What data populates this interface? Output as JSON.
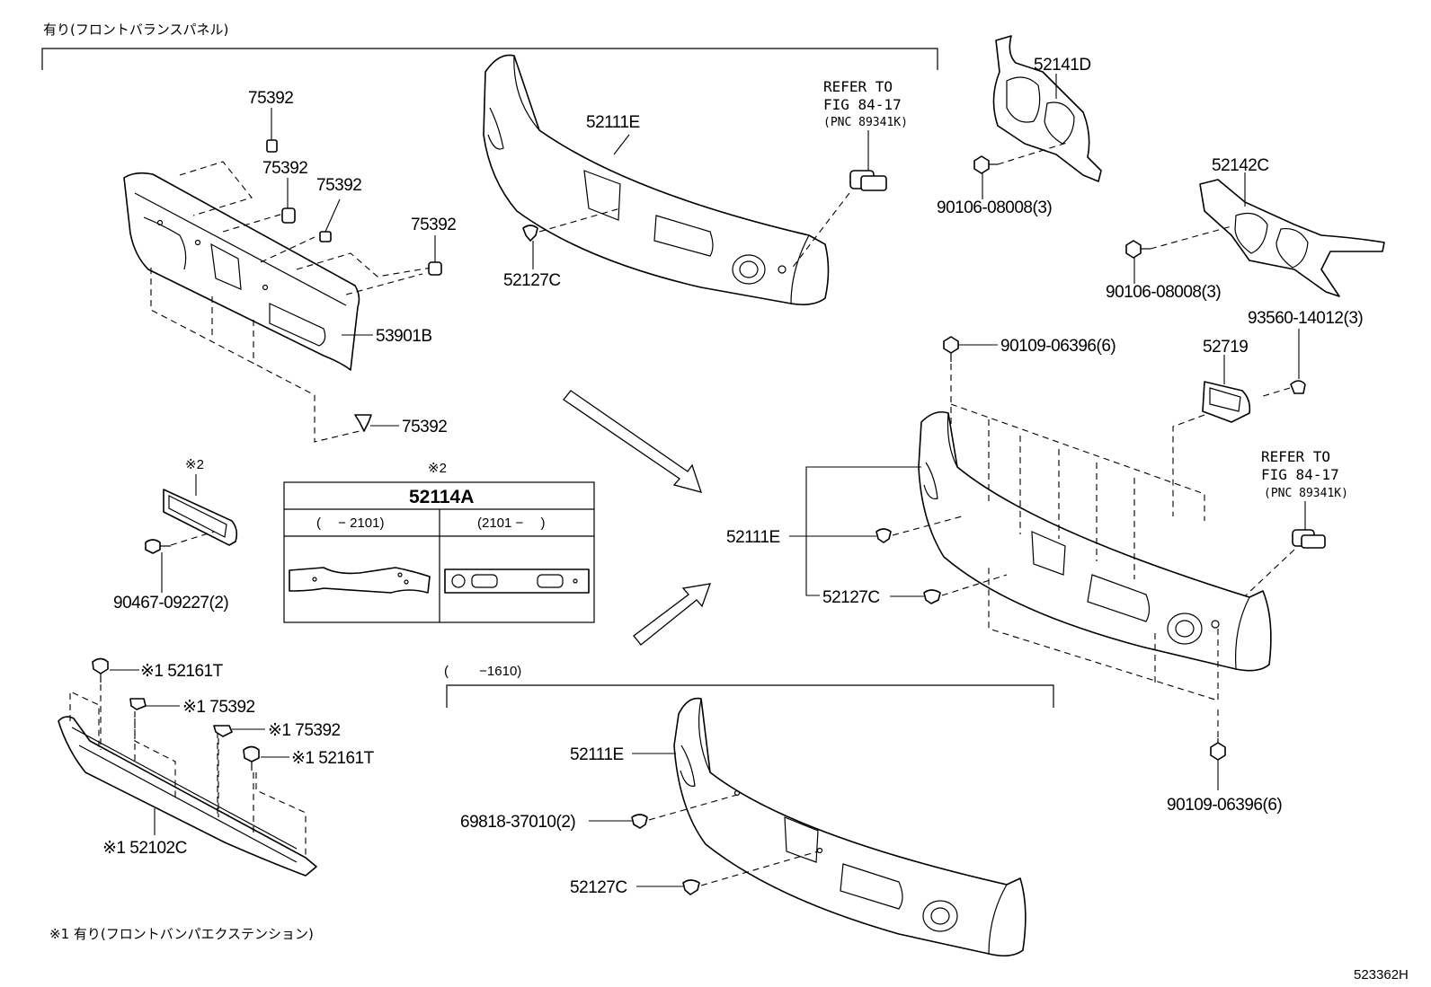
{
  "captions": {
    "top_group": "有り(フロントバランスパネル)",
    "footnote": "※1 有り(フロントバンパエクステンション)",
    "bottom_group": "(　　 −1610)",
    "diagram_code": "523362H"
  },
  "labels": {
    "p75392_a": "75392",
    "p75392_b": "75392",
    "p75392_c": "75392",
    "p75392_d": "75392",
    "p75392_e": "75392",
    "p53901b": "53901B",
    "p52111e_top": "52111E",
    "p52127c_top": "52127C",
    "refer_top_1": "REFER TO",
    "refer_top_2": "FIG 84-17",
    "refer_top_3": "(PNC 89341K)",
    "p52141d": "52141D",
    "p90106_a": "90106-08008(3)",
    "p52142c": "52142C",
    "p90106_b": "90106-08008(3)",
    "p93560": "93560-14012(3)",
    "p90109_top": "90109-06396(6)",
    "p52719": "52719",
    "refer_mid_1": "REFER TO",
    "refer_mid_2": "FIG 84-17",
    "refer_mid_3": "(PNC 89341K)",
    "p52111e_mid": "52111E",
    "p52127c_mid": "52127C",
    "p90109_bot": "90109-06396(6)",
    "mark2_a": "※2",
    "p90467": "90467-09227(2)",
    "mark2_b": "※2",
    "p52114a": "52114A",
    "range_left": "(　 − 2101)",
    "range_right": "(2101 −　 )",
    "p52161t_a": "※1 52161T",
    "p75392_f": "※1 75392",
    "p75392_g": "※1 75392",
    "p52161t_b": "※1 52161T",
    "p52102c": "※1 52102C",
    "p52111e_bot": "52111E",
    "p69818": "69818-37010(2)",
    "p52127c_bot": "52127C"
  }
}
